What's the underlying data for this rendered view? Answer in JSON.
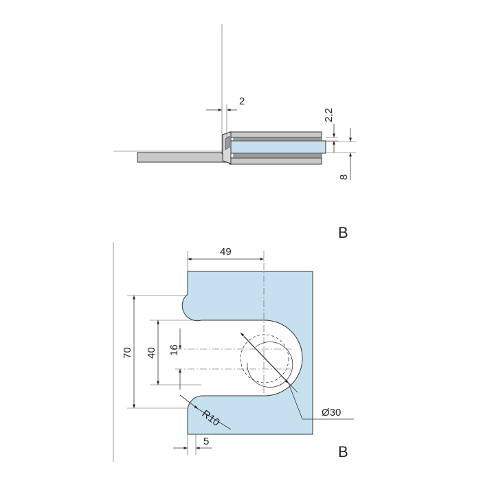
{
  "top_view": {
    "dim_gap": "2",
    "dim_thin": "2,2",
    "dim_glass": "8"
  },
  "front_view": {
    "section_label_top": "B",
    "section_label_bottom": "B",
    "dim_width": "49",
    "dim_height_outer": "70",
    "dim_height_slot": "40",
    "dim_height_hole": "16",
    "dim_radius": "R10",
    "dim_offset": "5",
    "dim_diameter": "Ø30"
  },
  "colors": {
    "glass": "#c6e0f0",
    "metal": "#c9c9c9",
    "line": "#333333"
  }
}
